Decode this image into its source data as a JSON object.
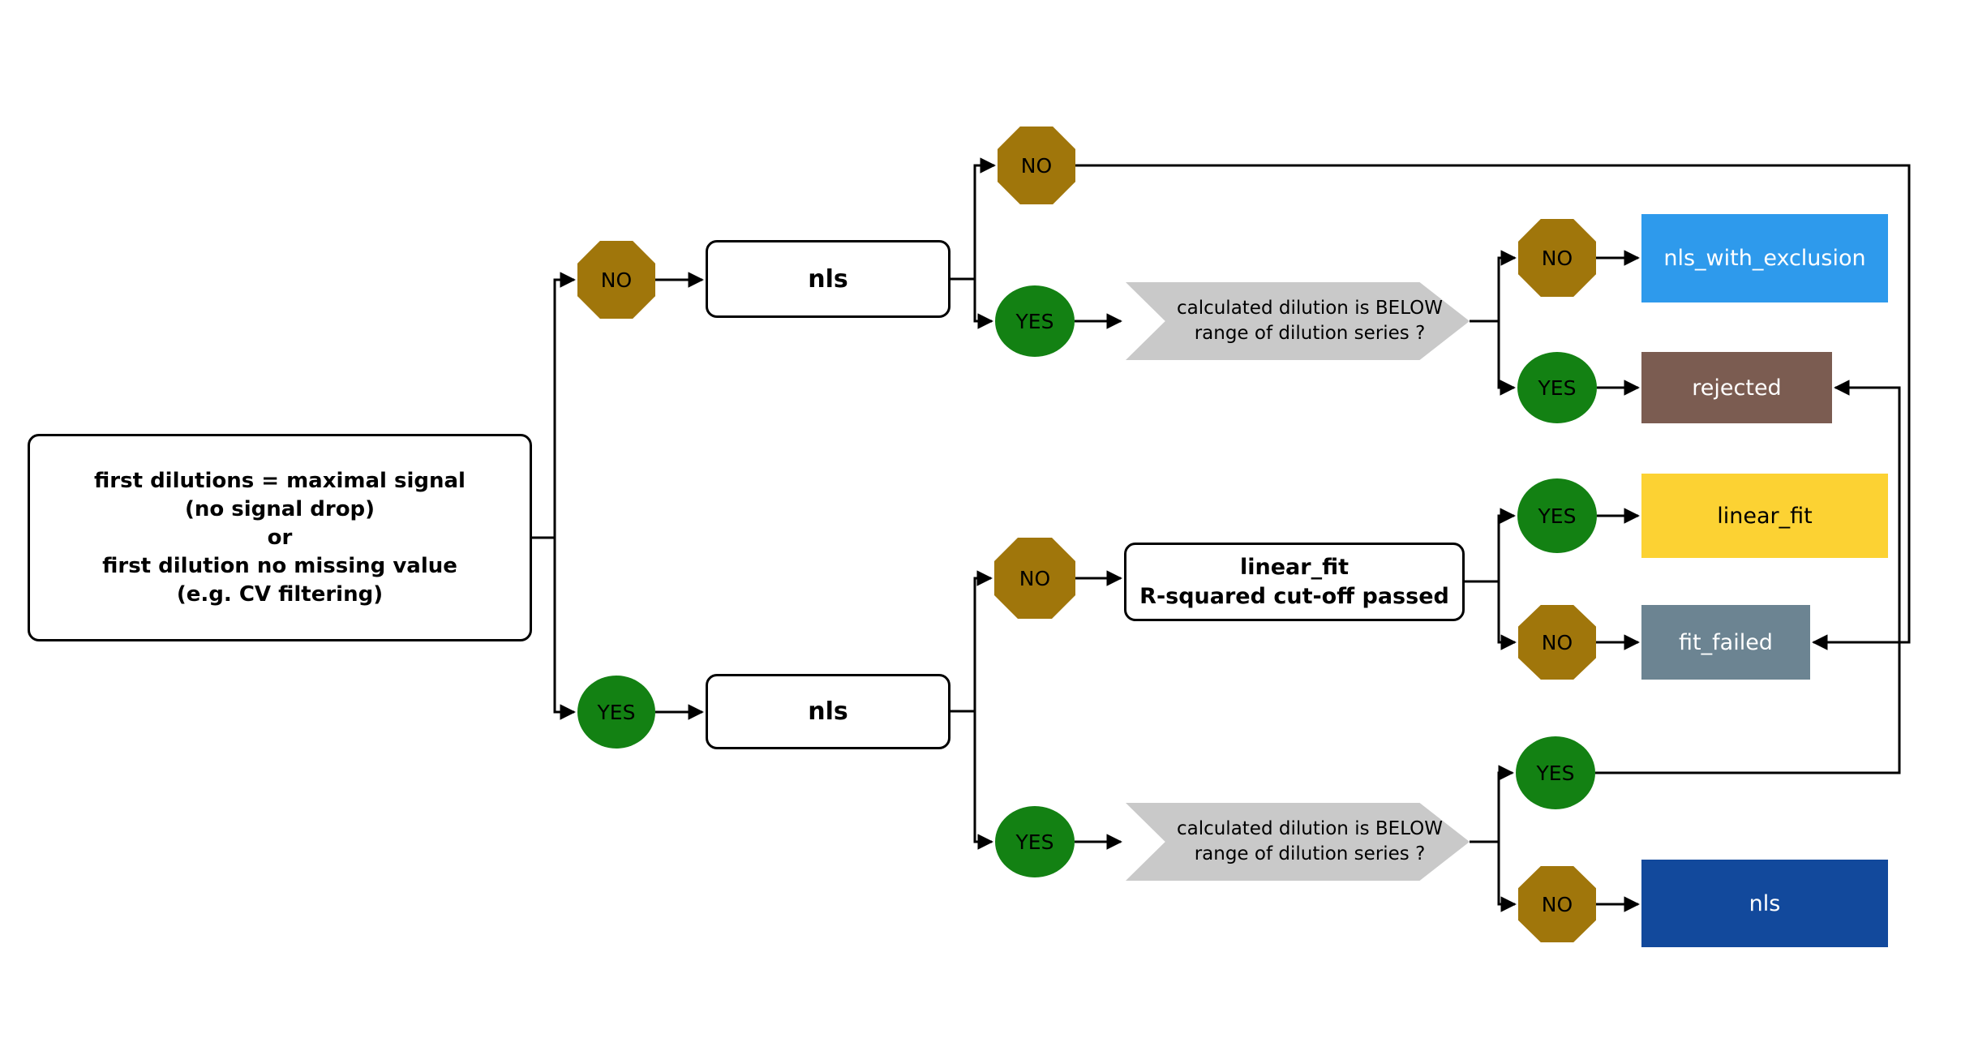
{
  "flowchart": {
    "colors": {
      "line": "#000000",
      "process_box_bg": "#ffffff",
      "no_octagon": "#A0760B",
      "yes_circle": "#138113",
      "question_banner": "#C9C9C9"
    },
    "labels": {
      "yes": "YES",
      "no": "NO"
    },
    "root_box": {
      "line1": "first dilutions = maximal signal",
      "line2": "(no signal drop)",
      "line3": "or",
      "line4": "first dilution no missing value",
      "line5": "(e.g. CV filtering)"
    },
    "process": {
      "nls_top": "nls",
      "nls_bottom": "nls",
      "linear_fit_check_line1": "linear_fit",
      "linear_fit_check_line2": "R-squared cut-off passed"
    },
    "question": {
      "line1": "calculated dilution is BELOW",
      "line2": "range of dilution series ?"
    },
    "results": {
      "nls_with_exclusion": {
        "label": "nls_with_exclusion",
        "bg": "#2E9AEC",
        "fg": "#ffffff"
      },
      "rejected": {
        "label": "rejected",
        "bg": "#7B5C51",
        "fg": "#ffffff"
      },
      "linear_fit": {
        "label": "linear_fit",
        "bg": "#FCD233",
        "fg": "#000000"
      },
      "fit_failed": {
        "label": "fit_failed",
        "bg": "#6C8492",
        "fg": "#ffffff"
      },
      "nls": {
        "label": "nls",
        "bg": "#12499C",
        "fg": "#ffffff"
      }
    }
  }
}
